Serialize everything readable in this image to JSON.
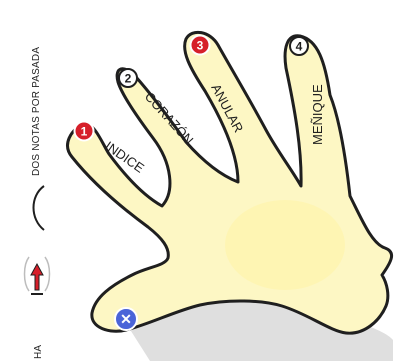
{
  "legend": {
    "two_notes_label": "DOS NOTAS POR PASADA",
    "direction_label": "HA"
  },
  "fingers": [
    {
      "number": "1",
      "name": "INDICE",
      "badge_color": "#d61f2a"
    },
    {
      "number": "2",
      "name": "CORAZÓN",
      "badge_color": "#ffffff"
    },
    {
      "number": "3",
      "name": "ANULAR",
      "badge_color": "#d61f2a"
    },
    {
      "number": "4",
      "name": "MEÑIQUE",
      "badge_color": "#ffffff"
    }
  ],
  "thumb": {
    "symbol": "✕",
    "badge_color": "#4a64d8"
  },
  "colors": {
    "hand_fill": "#fdf7c4",
    "hand_stroke": "#1f1f1f",
    "arrow_red": "#d61f2a"
  }
}
